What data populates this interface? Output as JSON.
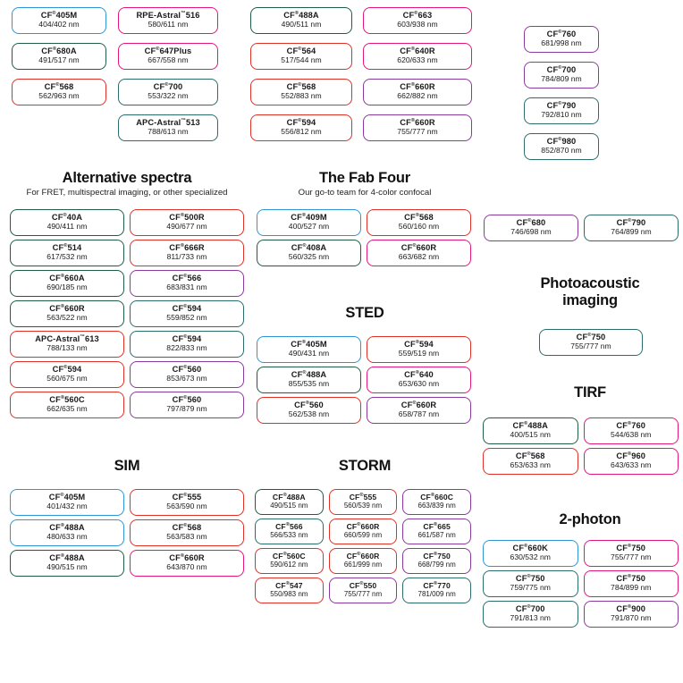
{
  "top_groups": [
    {
      "name": "top-group-1",
      "items": [
        {
          "name": "CF",
          "sup": "®",
          "code": "405M",
          "spec": "404/402 nm",
          "color": "c-blue"
        },
        {
          "name": "CF",
          "sup": "®",
          "code": "680A",
          "spec": "491/517 nm",
          "color": "c-green"
        },
        {
          "name": "CF",
          "sup": "®",
          "code": "568",
          "spec": "562/963 nm",
          "color": "c-red"
        }
      ]
    },
    {
      "name": "top-group-2",
      "items": [
        {
          "name": "RPE-Astral",
          "sup": "™",
          "code": "516",
          "spec": "580/611 nm",
          "color": "c-magenta"
        },
        {
          "name": "CF",
          "sup": "®",
          "code": "647Plus",
          "spec": "667/558 nm",
          "color": "c-magenta"
        },
        {
          "name": "CF",
          "sup": "®",
          "code": "700",
          "spec": "553/322 nm",
          "color": "c-teal"
        },
        {
          "name": "APC-Astral",
          "sup": "™",
          "code": "513",
          "spec": "788/613 nm",
          "color": "c-teal"
        }
      ]
    },
    {
      "name": "top-group-3",
      "items": [
        {
          "name": "CF",
          "sup": "®",
          "code": "488A",
          "spec": "490/511 nm",
          "color": "c-green"
        },
        {
          "name": "CF",
          "sup": "®",
          "code": "564",
          "spec": "517/544 nm",
          "color": "c-red"
        },
        {
          "name": "CF",
          "sup": "®",
          "code": "568",
          "spec": "552/883 nm",
          "color": "c-red"
        },
        {
          "name": "CF",
          "sup": "®",
          "code": "594",
          "spec": "556/812 nm",
          "color": "c-red"
        }
      ]
    },
    {
      "name": "top-group-4",
      "items": [
        {
          "name": "CF",
          "sup": "®",
          "code": "663",
          "spec": "603/938 nm",
          "color": "c-magenta"
        },
        {
          "name": "CF",
          "sup": "®",
          "code": "640R",
          "spec": "620/633 nm",
          "color": "c-magenta"
        },
        {
          "name": "CF",
          "sup": "®",
          "code": "660R",
          "spec": "662/882 nm",
          "color": "c-purple"
        },
        {
          "name": "CF",
          "sup": "®",
          "code": "660R",
          "spec": "755/777 nm",
          "color": "c-purple"
        }
      ]
    },
    {
      "name": "top-group-5",
      "items": [
        {
          "name": "CF",
          "sup": "®",
          "code": "760",
          "spec": "681/998 nm",
          "color": "c-purple"
        },
        {
          "name": "CF",
          "sup": "®",
          "code": "700",
          "spec": "784/809 nm",
          "color": "c-purple"
        },
        {
          "name": "CF",
          "sup": "®",
          "code": "790",
          "spec": "792/810 nm",
          "color": "c-teal"
        },
        {
          "name": "CF",
          "sup": "®",
          "code": "980",
          "spec": "852/870 nm",
          "color": "c-teal"
        }
      ]
    }
  ],
  "alternative_spectra": {
    "title": "Alternative spectra",
    "subtitle": "For FRET, multispectral imaging, or other specialized",
    "items": [
      {
        "name": "CF",
        "sup": "®",
        "code": "40A",
        "spec": "490/411 nm",
        "color": "c-green"
      },
      {
        "name": "CF",
        "sup": "®",
        "code": "500R",
        "spec": "490/677 nm",
        "color": "c-red"
      },
      {
        "name": "CF",
        "sup": "®",
        "code": "514",
        "spec": "617/532 nm",
        "color": "c-green"
      },
      {
        "name": "CF",
        "sup": "®",
        "code": "666R",
        "spec": "811/733 nm",
        "color": "c-red"
      },
      {
        "name": "CF",
        "sup": "®",
        "code": "660A",
        "spec": "690/185 nm",
        "color": "c-green"
      },
      {
        "name": "CF",
        "sup": "®",
        "code": "566",
        "spec": "683/831 nm",
        "color": "c-purple"
      },
      {
        "name": "CF",
        "sup": "®",
        "code": "660R",
        "spec": "563/522 nm",
        "color": "c-green"
      },
      {
        "name": "CF",
        "sup": "®",
        "code": "594",
        "spec": "559/852 nm",
        "color": "c-teal"
      },
      {
        "name": "APC-Astral",
        "sup": "™",
        "code": "613",
        "spec": "788/133 nm",
        "color": "c-red"
      },
      {
        "name": "CF",
        "sup": "®",
        "code": "594",
        "spec": "822/833 nm",
        "color": "c-teal"
      },
      {
        "name": "CF",
        "sup": "®",
        "code": "594",
        "spec": "560/675 nm",
        "color": "c-red"
      },
      {
        "name": "CF",
        "sup": "®",
        "code": "560",
        "spec": "853/673 nm",
        "color": "c-purple"
      },
      {
        "name": "CF",
        "sup": "®",
        "code": "560C",
        "spec": "662/635 nm",
        "color": "c-red"
      },
      {
        "name": "CF",
        "sup": "®",
        "code": "560",
        "spec": "797/879 nm",
        "color": "c-purple"
      }
    ]
  },
  "fab_four": {
    "title": "The Fab Four",
    "subtitle": "Our go-to team for 4-color confocal",
    "items": [
      {
        "name": "CF",
        "sup": "®",
        "code": "409M",
        "spec": "400/527 nm",
        "color": "c-blue"
      },
      {
        "name": "CF",
        "sup": "®",
        "code": "568",
        "spec": "560/160 nm",
        "color": "c-red"
      },
      {
        "name": "CF",
        "sup": "®",
        "code": "408A",
        "spec": "560/325 nm",
        "color": "c-green"
      },
      {
        "name": "CF",
        "sup": "®",
        "code": "660R",
        "spec": "663/682 nm",
        "color": "c-magenta"
      }
    ]
  },
  "photoacoustic": {
    "title": "Photoacoustic imaging",
    "title_line1": "Photoacoustic",
    "title_line2": "imaging",
    "pair_items": [
      {
        "name": "CF",
        "sup": "®",
        "code": "680",
        "spec": "746/698 nm",
        "color": "c-purple"
      },
      {
        "name": "CF",
        "sup": "®",
        "code": "790",
        "spec": "764/899 nm",
        "color": "c-teal"
      }
    ],
    "items": [
      {
        "name": "CF",
        "sup": "®",
        "code": "750",
        "spec": "755/777 nm",
        "color": "c-teal"
      }
    ]
  },
  "sted": {
    "title": "STED",
    "items": [
      {
        "name": "CF",
        "sup": "®",
        "code": "405M",
        "spec": "490/431 nm",
        "color": "c-blue"
      },
      {
        "name": "CF",
        "sup": "®",
        "code": "594",
        "spec": "559/519 nm",
        "color": "c-red"
      },
      {
        "name": "CF",
        "sup": "®",
        "code": "488A",
        "spec": "855/535 nm",
        "color": "c-green"
      },
      {
        "name": "CF",
        "sup": "®",
        "code": "640",
        "spec": "653/630 nm",
        "color": "c-magenta"
      },
      {
        "name": "CF",
        "sup": "®",
        "code": "560",
        "spec": "562/538 nm",
        "color": "c-red"
      },
      {
        "name": "CF",
        "sup": "®",
        "code": "660R",
        "spec": "658/787 nm",
        "color": "c-purple"
      }
    ]
  },
  "tirf": {
    "title": "TIRF",
    "items": [
      {
        "name": "CF",
        "sup": "®",
        "code": "488A",
        "spec": "400/515 nm",
        "color": "c-green"
      },
      {
        "name": "CF",
        "sup": "®",
        "code": "760",
        "spec": "544/638 nm",
        "color": "c-magenta"
      },
      {
        "name": "CF",
        "sup": "®",
        "code": "568",
        "spec": "653/633 nm",
        "color": "c-red"
      },
      {
        "name": "CF",
        "sup": "®",
        "code": "960",
        "spec": "643/633 nm",
        "color": "c-magenta"
      }
    ]
  },
  "sim": {
    "title": "SIM",
    "items": [
      {
        "name": "CF",
        "sup": "®",
        "code": "405M",
        "spec": "401/432 nm",
        "color": "c-blue"
      },
      {
        "name": "CF",
        "sup": "®",
        "code": "555",
        "spec": "563/590 nm",
        "color": "c-red"
      },
      {
        "name": "CF",
        "sup": "®",
        "code": "488A",
        "spec": "480/633 nm",
        "color": "c-blue"
      },
      {
        "name": "CF",
        "sup": "®",
        "code": "568",
        "spec": "563/583 nm",
        "color": "c-red"
      },
      {
        "name": "CF",
        "sup": "®",
        "code": "488A",
        "spec": "490/515 nm",
        "color": "c-green"
      },
      {
        "name": "CF",
        "sup": "®",
        "code": "660R",
        "spec": "643/870 nm",
        "color": "c-magenta"
      }
    ]
  },
  "storm": {
    "title": "STORM",
    "items": [
      {
        "name": "CF",
        "sup": "®",
        "code": "488A",
        "spec": "490/515 nm",
        "color": "c-green"
      },
      {
        "name": "CF",
        "sup": "®",
        "code": "555",
        "spec": "560/539 nm",
        "color": "c-red"
      },
      {
        "name": "CF",
        "sup": "®",
        "code": "660C",
        "spec": "663/839 nm",
        "color": "c-purple"
      },
      {
        "name": "CF",
        "sup": "®",
        "code": "566",
        "spec": "566/533 nm",
        "color": "c-teal"
      },
      {
        "name": "CF",
        "sup": "®",
        "code": "660R",
        "spec": "660/599 nm",
        "color": "c-red"
      },
      {
        "name": "CF",
        "sup": "®",
        "code": "665",
        "spec": "661/587 nm",
        "color": "c-purple"
      },
      {
        "name": "CF",
        "sup": "®",
        "code": "560C",
        "spec": "590/612 nm",
        "color": "c-red"
      },
      {
        "name": "CF",
        "sup": "®",
        "code": "660R",
        "spec": "661/999 nm",
        "color": "c-red"
      },
      {
        "name": "CF",
        "sup": "®",
        "code": "750",
        "spec": "668/799 nm",
        "color": "c-purple"
      },
      {
        "name": "CF",
        "sup": "®",
        "code": "547",
        "spec": "550/983 nm",
        "color": "c-red"
      },
      {
        "name": "CF",
        "sup": "®",
        "code": "550",
        "spec": "755/777 nm",
        "color": "c-purple"
      },
      {
        "name": "CF",
        "sup": "®",
        "code": "770",
        "spec": "781/009 nm",
        "color": "c-teal"
      }
    ]
  },
  "two_photon": {
    "title": "2-photon",
    "items": [
      {
        "name": "CF",
        "sup": "®",
        "code": "660K",
        "spec": "630/532 nm",
        "color": "c-blue"
      },
      {
        "name": "CF",
        "sup": "®",
        "code": "750",
        "spec": "755/777 nm",
        "color": "c-magenta"
      },
      {
        "name": "CF",
        "sup": "®",
        "code": "750",
        "spec": "759/775 nm",
        "color": "c-teal"
      },
      {
        "name": "CF",
        "sup": "®",
        "code": "750",
        "spec": "784/899 nm",
        "color": "c-magenta"
      },
      {
        "name": "CF",
        "sup": "®",
        "code": "700",
        "spec": "791/813 nm",
        "color": "c-teal"
      },
      {
        "name": "CF",
        "sup": "®",
        "code": "900",
        "spec": "791/870 nm",
        "color": "c-purple"
      }
    ]
  },
  "palette": {
    "blue": "#2e96d4",
    "green": "#1f5e45",
    "red": "#e03127",
    "magenta": "#e4177e",
    "purple": "#8b3a9e",
    "teal": "#2a6d6c"
  }
}
